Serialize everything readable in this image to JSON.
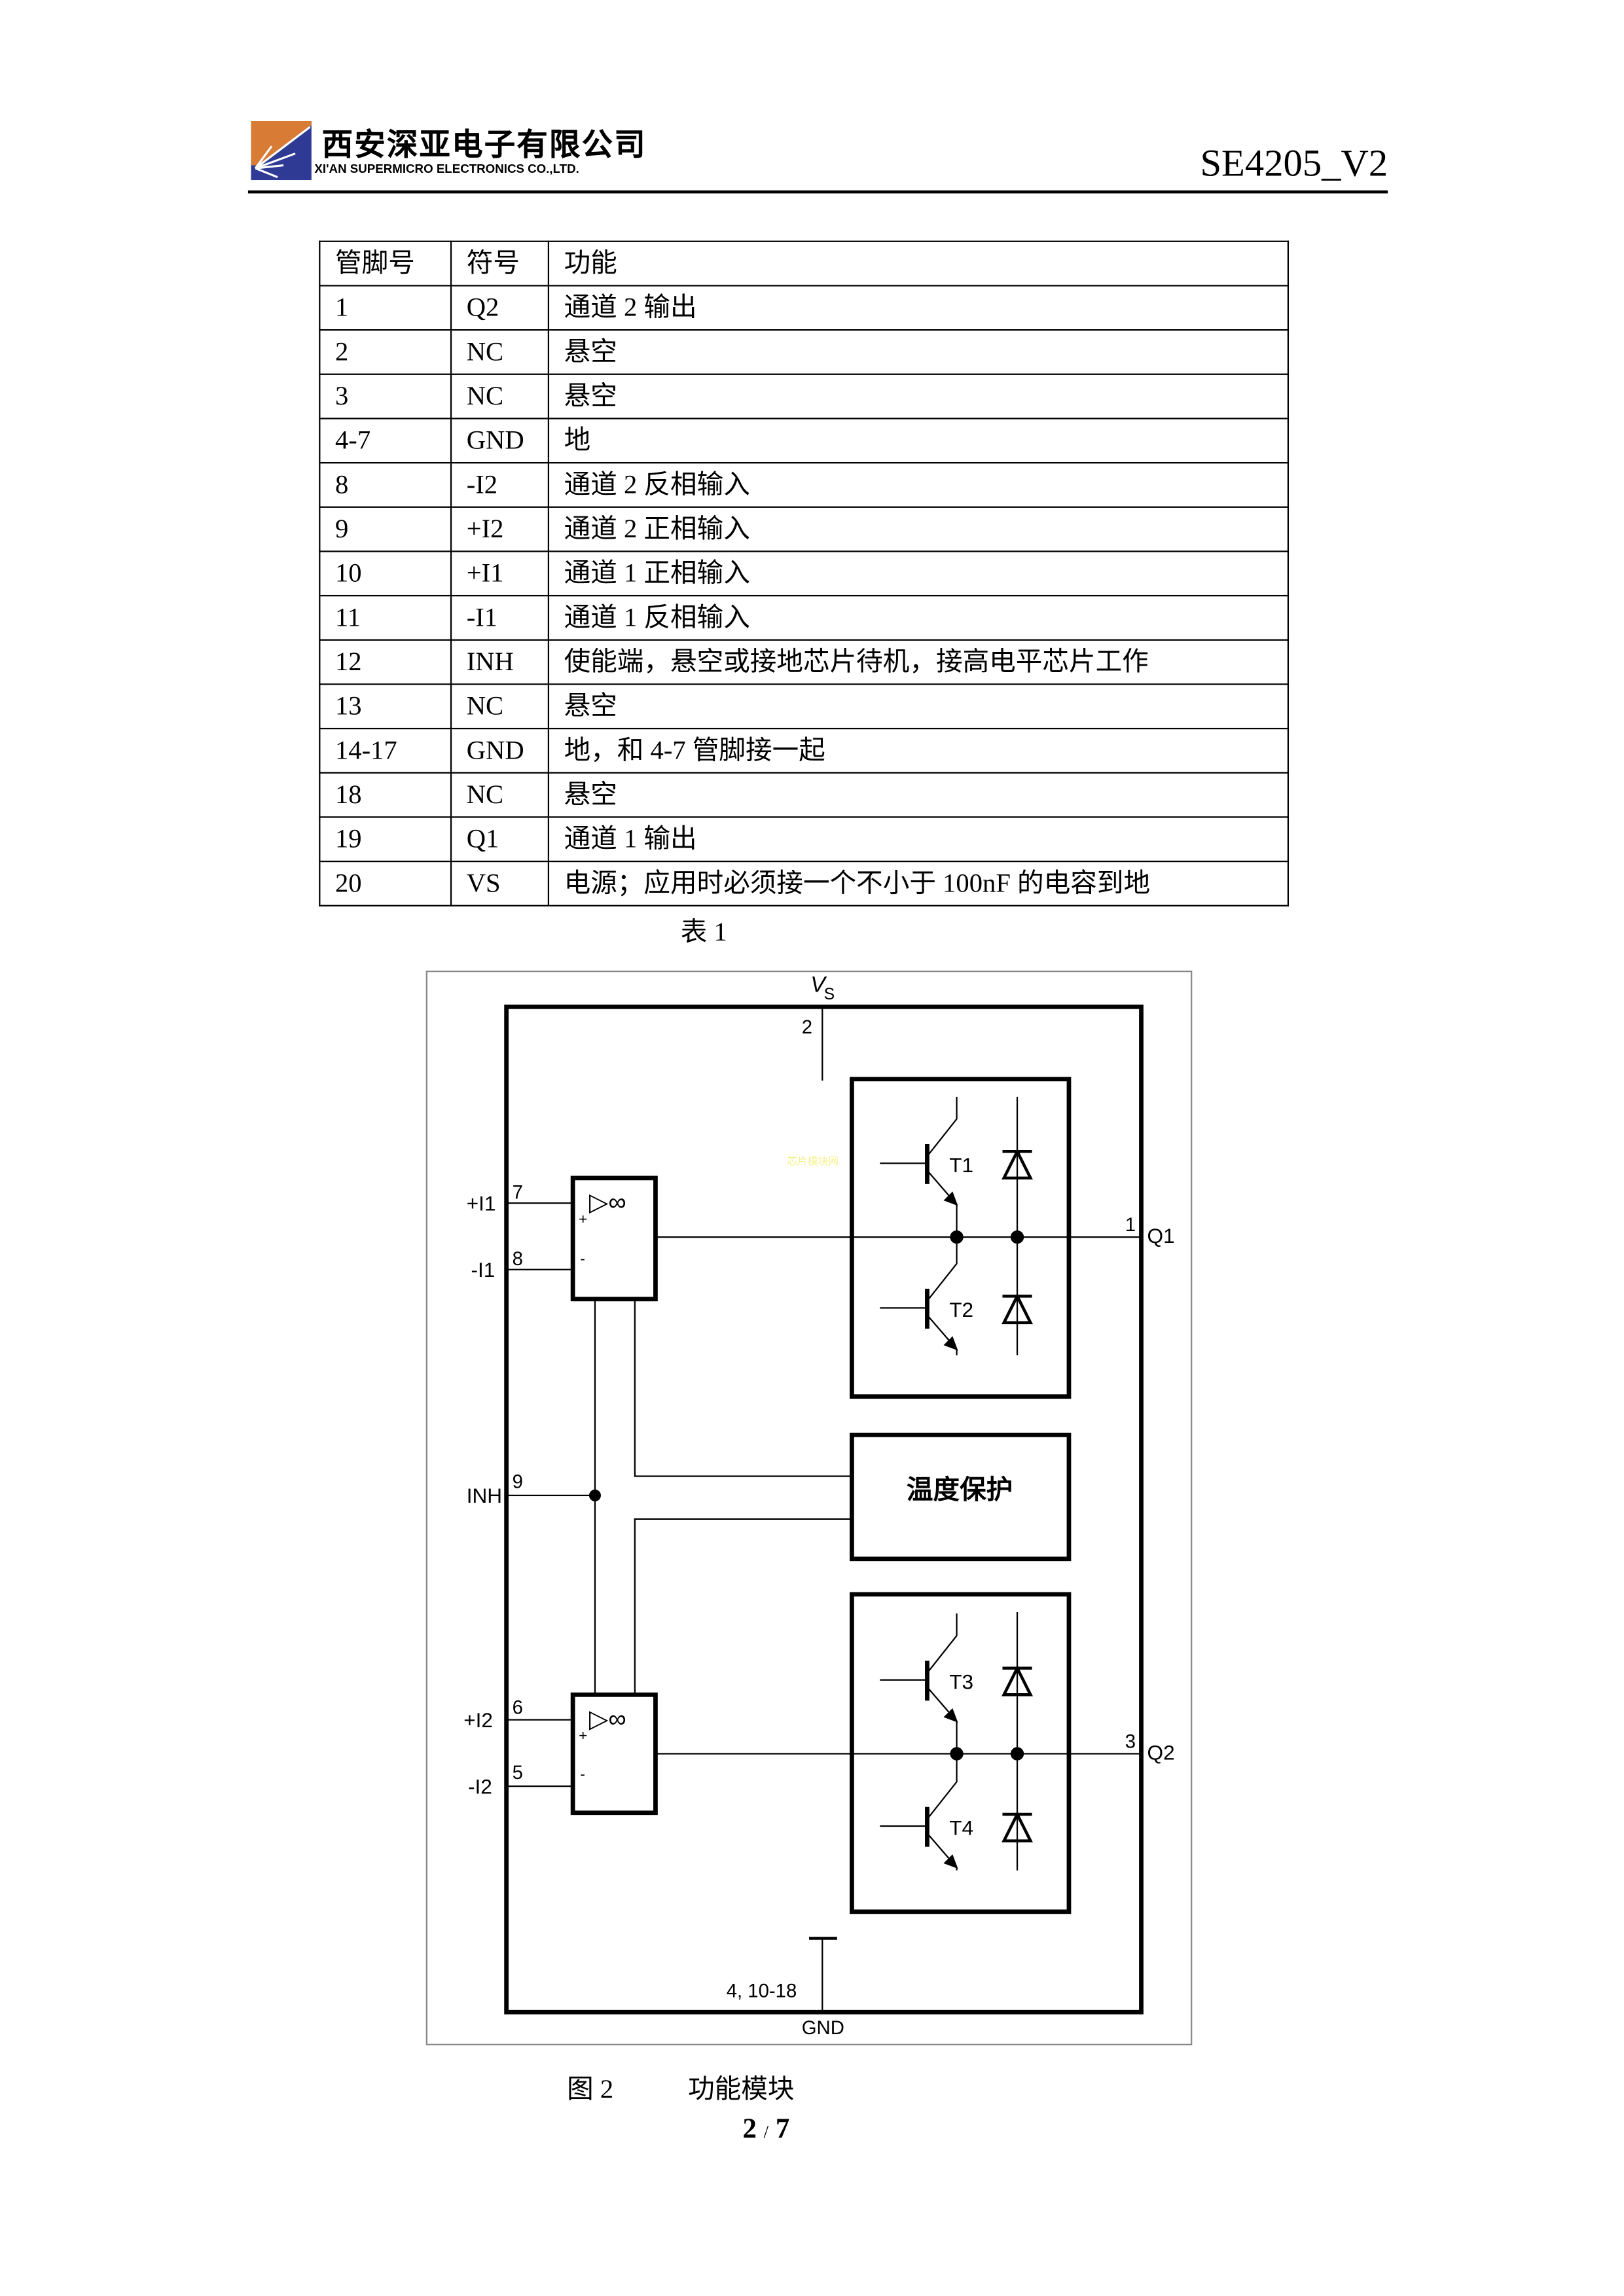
{
  "header": {
    "company_cn": "西安深亚电子有限公司",
    "company_en": "XI'AN SUPERMICRO ELECTRONICS CO.,LTD.",
    "doc_id": "SE4205_V2",
    "logo_colors": {
      "orange": "#d87b35",
      "blue": "#2e3a94"
    }
  },
  "pin_table": {
    "headers": [
      "管脚号",
      "符号",
      "功能"
    ],
    "rows": [
      [
        "1",
        "Q2",
        "通道 2 输出"
      ],
      [
        "2",
        "NC",
        "悬空"
      ],
      [
        "3",
        "NC",
        "悬空"
      ],
      [
        "4-7",
        "GND",
        "地"
      ],
      [
        "8",
        "-I2",
        "通道 2 反相输入"
      ],
      [
        "9",
        "+I2",
        "通道 2 正相输入"
      ],
      [
        "10",
        "+I1",
        "通道 1 正相输入"
      ],
      [
        "11",
        "-I1",
        "通道 1 反相输入"
      ],
      [
        "12",
        "INH",
        "使能端，悬空或接地芯片待机，接高电平芯片工作"
      ],
      [
        "13",
        "NC",
        "悬空"
      ],
      [
        "14-17",
        "GND",
        "地，和 4-7 管脚接一起"
      ],
      [
        "18",
        "NC",
        "悬空"
      ],
      [
        "19",
        "Q1",
        "通道 1 输出"
      ],
      [
        "20",
        "VS",
        "电源；应用时必须接一个不小于 100nF 的电容到地"
      ]
    ],
    "caption": "表  1"
  },
  "diagram": {
    "vs": "V",
    "vs_sub": "S",
    "pin_vs": "2",
    "in1_plus": "+I1",
    "pin_in1_plus": "7",
    "in1_minus": "-I1",
    "pin_in1_minus": "8",
    "inh": "INH",
    "pin_inh": "9",
    "in2_plus": "+I2",
    "pin_in2_plus": "6",
    "in2_minus": "-I2",
    "pin_in2_minus": "5",
    "amp_symbol": "▷∞",
    "plus": "+",
    "minus": "-",
    "t1": "T1",
    "t2": "T2",
    "t3": "T3",
    "t4": "T4",
    "out1": "Q1",
    "pin_out1": "1",
    "out2": "Q2",
    "pin_out2": "3",
    "thermal": "温度保护",
    "gnd_pins": "4, 10-18",
    "gnd": "GND",
    "watermark": "芯片模块网"
  },
  "figure_caption": {
    "number": "图 2",
    "title": "功能模块"
  },
  "page_number": {
    "current": "2",
    "sep": "/",
    "total": "7"
  }
}
